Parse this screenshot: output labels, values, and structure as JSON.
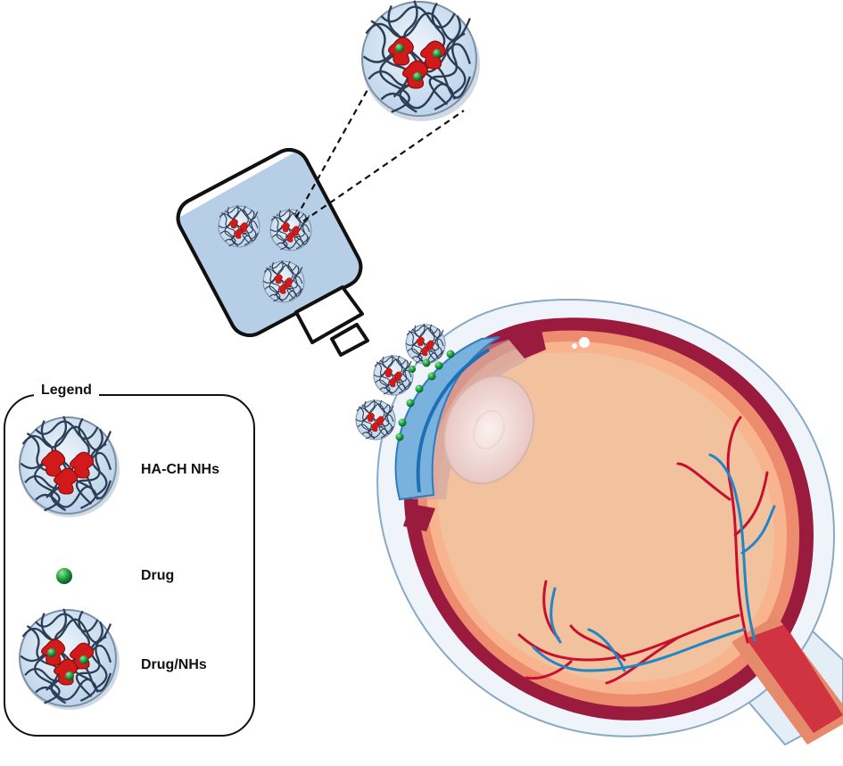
{
  "legend": {
    "title": "Legend",
    "items": [
      {
        "icon": "hydrogel-nanoparticle-icon",
        "label": "HA-CH NHs"
      },
      {
        "icon": "drug-molecule-icon",
        "label": "Drug"
      },
      {
        "icon": "drug-loaded-nanoparticle-icon",
        "label": "Drug/NHs"
      }
    ]
  },
  "colors": {
    "gel_fill": "#cfe0f0",
    "gel_mesh": "#2c3e55",
    "cross_link": "#d11a1a",
    "drug": "#1a9b3c",
    "bottle_liquid": "#b6cfe6",
    "sclera": "#9a1b3e",
    "vitreous": "#f2c19e",
    "retina_layer": "#ec8b6d",
    "artery": "#c8102e",
    "vein": "#1f86c8",
    "cornea": "#7ab2de",
    "lens": "#f4dcd8"
  }
}
